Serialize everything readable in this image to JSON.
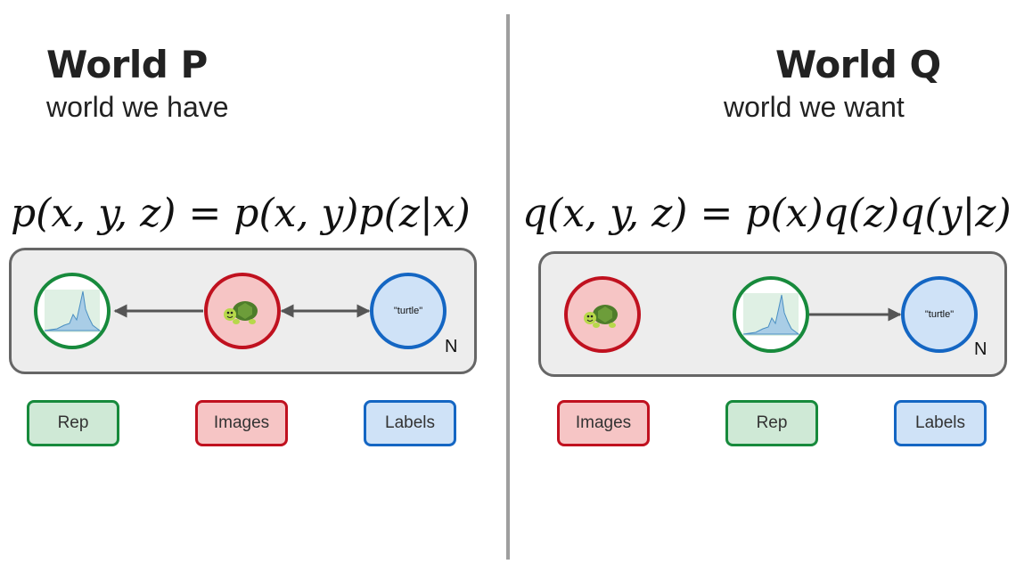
{
  "left": {
    "title": "World P",
    "subtitle": "world we have",
    "equation": "p(x, y, z) = p(x, y)p(z|x)",
    "plate_label": "N",
    "label_node_text": "\"turtle\"",
    "legend": [
      "Rep",
      "Images",
      "Labels"
    ]
  },
  "right": {
    "title": "World Q",
    "subtitle": "world we want",
    "equation": "q(x, y, z) = p(x)q(z)q(y|z)",
    "plate_label": "N",
    "label_node_text": "\"turtle\"",
    "legend": [
      "Images",
      "Rep",
      "Labels"
    ]
  },
  "colors": {
    "rep_border": "#178a3c",
    "rep_fill": "#cfe9d6",
    "images_border": "#c0111f",
    "images_fill": "#f6c5c5",
    "labels_border": "#1466c3",
    "labels_fill": "#cfe2f7",
    "arrow": "#555555",
    "plate_fill": "#ededed"
  },
  "icons": [
    "histogram-icon",
    "turtle-icon"
  ]
}
